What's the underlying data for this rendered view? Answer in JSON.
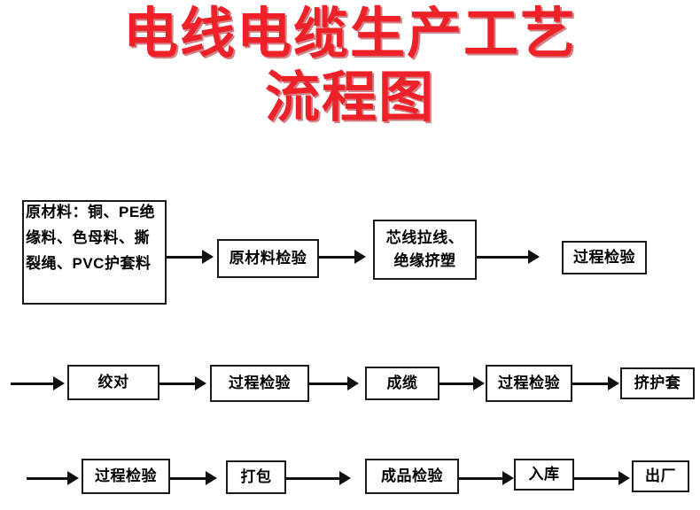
{
  "title": {
    "line1": "电线电缆生产工艺",
    "line2": "流程图",
    "color": "#EE2028"
  },
  "flowchart": {
    "rows": [
      {
        "id": "row-1",
        "nodes": [
          {
            "id": "raw-materials",
            "label": "原材料：铜、PE绝缘料、色母料、撕裂绳、PVC护套料",
            "lines": [
              "原材料：铜、PE绝",
              "缘料、色母料、撕",
              "裂绳、PVC护套料"
            ]
          },
          {
            "id": "raw-material-inspection",
            "label": "原材料检验"
          },
          {
            "id": "core-drawing-insulation-extrusion",
            "label": "芯线拉线、绝缘挤塑",
            "lines": [
              "芯线拉线、",
              "绝缘挤塑"
            ]
          },
          {
            "id": "process-inspection-1",
            "label": "过程检验"
          }
        ]
      },
      {
        "id": "row-2",
        "nodes": [
          {
            "id": "twisting",
            "label": "绞对"
          },
          {
            "id": "process-inspection-2",
            "label": "过程检验"
          },
          {
            "id": "cabling",
            "label": "成缆"
          },
          {
            "id": "process-inspection-3",
            "label": "过程检验"
          },
          {
            "id": "sheath-extrusion",
            "label": "挤护套"
          }
        ]
      },
      {
        "id": "row-3",
        "nodes": [
          {
            "id": "process-inspection-4",
            "label": "过程检验"
          },
          {
            "id": "packing",
            "label": "打包"
          },
          {
            "id": "finished-product-inspection",
            "label": "成品检验"
          },
          {
            "id": "warehousing",
            "label": "入库"
          },
          {
            "id": "shipping",
            "label": "出厂"
          }
        ]
      }
    ]
  }
}
